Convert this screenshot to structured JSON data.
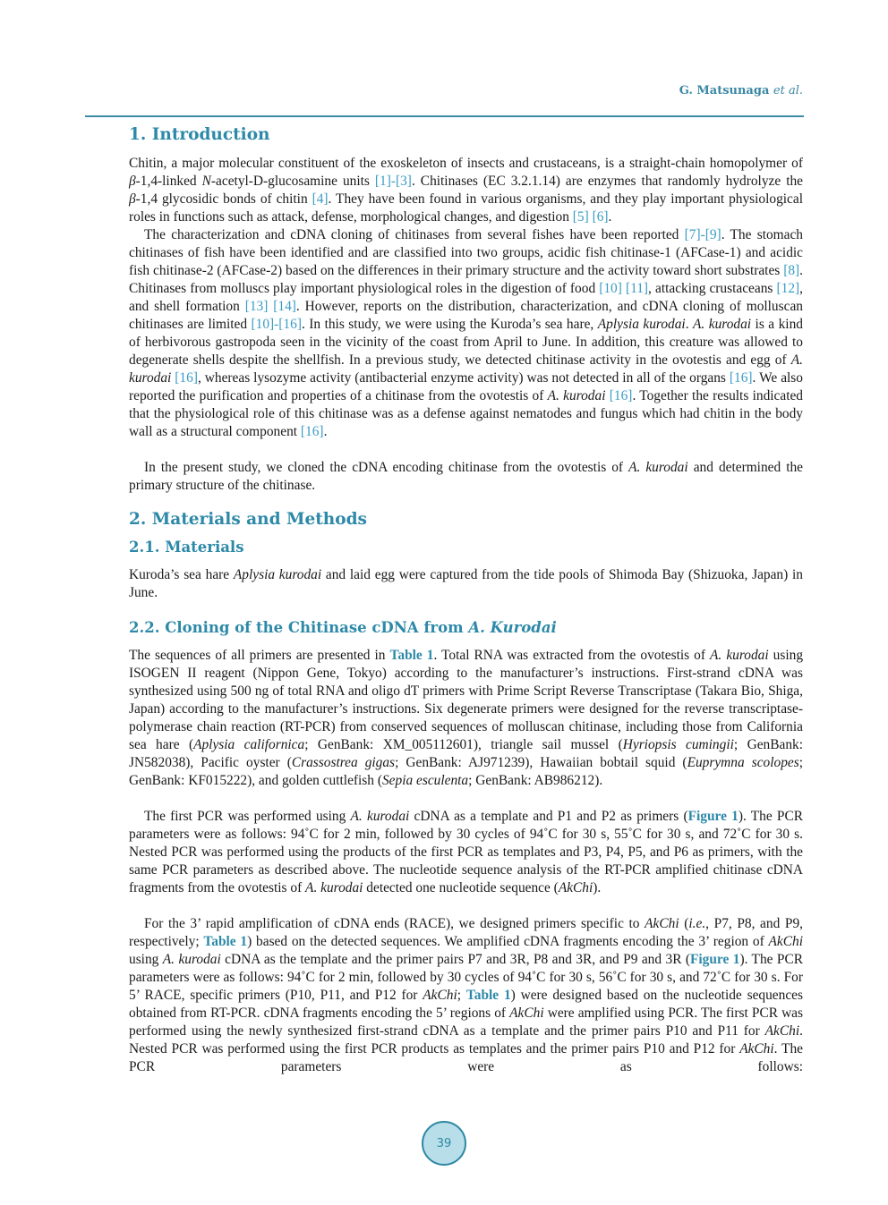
{
  "header": {
    "author": "G. Matsunaga",
    "etal": "et al."
  },
  "colors": {
    "accent": "#2d89a8",
    "reference": "#3a9cc4",
    "page_badge_fill": "#b8dfe9"
  },
  "sections": {
    "intro_heading": "1. Introduction",
    "methods_heading": "2. Materials and Methods",
    "materials_heading": "2.1. Materials",
    "cloning_heading_prefix": "2.2. Cloning of the Chitinase cDNA from ",
    "cloning_heading_species": "A. Kurodai"
  },
  "paragraphs": [
    [
      {
        "t": "Chitin, a major molecular constituent of the exoskeleton of insects and crustaceans, is a straight-chain homopolymer of "
      },
      {
        "t": "β",
        "s": "i"
      },
      {
        "t": "-1,4-linked "
      },
      {
        "t": "N",
        "s": "i"
      },
      {
        "t": "-acetyl-D-glucosamine units "
      },
      {
        "t": "[1]-[3]",
        "s": "r"
      },
      {
        "t": ". Chitinases (EC 3.2.1.14) are enzymes that randomly hydrolyze the "
      },
      {
        "t": "β",
        "s": "i"
      },
      {
        "t": "-1,4 glycosidic bonds of chitin "
      },
      {
        "t": "[4]",
        "s": "r"
      },
      {
        "t": ". They have been found in various organisms, and they play important physiological roles in functions such as attack, defense, morphological changes, and digestion "
      },
      {
        "t": "[5] [6]",
        "s": "r"
      },
      {
        "t": "."
      }
    ],
    [
      {
        "t": "The characterization and cDNA cloning of chitinases from several fishes have been reported "
      },
      {
        "t": "[7]-[9]",
        "s": "r"
      },
      {
        "t": ". The stomach chitinases of fish have been identified and are classified into two groups, acidic fish chitinase-1 (AF­Case-1) and acidic fish chitinase-2 (AFCase-2) based on the differences in their primary structure and the activity toward short substrates "
      },
      {
        "t": "[8]",
        "s": "r"
      },
      {
        "t": ". Chitinases from molluscs play important physiological roles in the digestion of food "
      },
      {
        "t": "[10] [11]",
        "s": "r"
      },
      {
        "t": ", attacking crustaceans "
      },
      {
        "t": "[12]",
        "s": "r"
      },
      {
        "t": ", and shell formation "
      },
      {
        "t": "[13] [14]",
        "s": "r"
      },
      {
        "t": ". However, reports on the distribution, characterization, and cDNA cloning of molluscan chitinases are limited "
      },
      {
        "t": "[10]-[16]",
        "s": "r"
      },
      {
        "t": ". In this study, we were using the Kuroda’s sea hare, "
      },
      {
        "t": "Aplysia kurodai",
        "s": "i"
      },
      {
        "t": ". "
      },
      {
        "t": "A. kurodai",
        "s": "i"
      },
      {
        "t": " is a kind of herbivorous gastropoda seen in the vicinity of the coast from April to June. In addition, this creature was allowed to degenerate shells despite the shellfish. In a previous study, we detected chitinase activity in the ovotestis and egg of "
      },
      {
        "t": "A. kurodai",
        "s": "i"
      },
      {
        "t": " "
      },
      {
        "t": "[16]",
        "s": "r"
      },
      {
        "t": ", whereas lysozyme activity (antibacterial enzyme activity) was not detected in all of the organs "
      },
      {
        "t": "[16]",
        "s": "r"
      },
      {
        "t": ". We also reported the purification and properties of a chitinase from the ovotestis of "
      },
      {
        "t": "A. kurodai",
        "s": "i"
      },
      {
        "t": " "
      },
      {
        "t": "[16]",
        "s": "r"
      },
      {
        "t": ". Together the results indicated that the physiological role of this chitinase was as a defense against nematodes and fungus which had chitin in the body wall as a structural component "
      },
      {
        "t": "[16]",
        "s": "r"
      },
      {
        "t": "."
      }
    ],
    [
      {
        "t": "In the present study, we cloned the cDNA encoding chitinase from the ovotestis of "
      },
      {
        "t": "A. kurodai",
        "s": "i"
      },
      {
        "t": " and determined the primary structure of the chitinase."
      }
    ],
    [
      {
        "t": "Kuroda’s sea hare "
      },
      {
        "t": "Aplysia kurodai",
        "s": "i"
      },
      {
        "t": " and laid egg were captured from the tide pools of Shimoda Bay (Shizuoka, Japan) in June."
      }
    ],
    [
      {
        "t": "The sequences of all primers are presented in "
      },
      {
        "t": "Table 1",
        "s": "b"
      },
      {
        "t": ". Total RNA was extracted from the ovotestis of "
      },
      {
        "t": "A. kurodai",
        "s": "i"
      },
      {
        "t": " using ISOGEN II reagent (Nippon Gene, Tokyo) according to the manufacturer’s instructions. First-strand cDNA was synthesized using 500 ng of total RNA and oligo dT primers with Prime Script Reverse Transcriptase (Takara Bio, Shiga, Japan) according to the manufacturer’s instructions. Six degenerate primers were designed for the reverse transcriptase-polymerase chain reaction (RT-PCR) from conserved sequences of molluscan chitinase, including those from California sea hare ("
      },
      {
        "t": "Aplysia californica",
        "s": "i"
      },
      {
        "t": "; GenBank: XM_005112601), triangle sail mussel ("
      },
      {
        "t": "Hyriopsis cumingii",
        "s": "i"
      },
      {
        "t": "; GenBank: JN582038), Pacific oyster ("
      },
      {
        "t": "Crassostrea gigas",
        "s": "i"
      },
      {
        "t": "; GenBank: AJ971239), Hawaiian bobtail squid ("
      },
      {
        "t": "Euprymna scolopes",
        "s": "i"
      },
      {
        "t": "; GenBank: KF015222), and golden cuttlefish ("
      },
      {
        "t": "Sepia esculenta",
        "s": "i"
      },
      {
        "t": "; GenBank: AB986212)."
      }
    ],
    [
      {
        "t": "The first PCR was performed using "
      },
      {
        "t": "A. kurodai",
        "s": "i"
      },
      {
        "t": " cDNA as a template and P1 and P2 as primers ("
      },
      {
        "t": "Figure 1",
        "s": "b"
      },
      {
        "t": "). The PCR parameters were as follows: 94˚C for 2 min, followed by 30 cycles of 94˚C for 30 s, 55˚C for 30 s, and 72˚C for 30 s. Nested PCR was performed using the products of the first PCR as templates and P3, P4, P5, and P6 as primers, with the same PCR parameters as described above. The nucleotide sequence analysis of the RT-PCR amplified chitinase cDNA fragments from the ovotestis of "
      },
      {
        "t": "A. kurodai",
        "s": "i"
      },
      {
        "t": " detected one nucleotide sequence ("
      },
      {
        "t": "AkChi",
        "s": "i"
      },
      {
        "t": ")."
      }
    ],
    [
      {
        "t": "For the 3’ rapid amplification of cDNA ends (RACE), we designed primers specific to "
      },
      {
        "t": "AkChi",
        "s": "i"
      },
      {
        "t": " ("
      },
      {
        "t": "i.e.",
        "s": "i"
      },
      {
        "t": ", P7, P8, and P9, respectively; "
      },
      {
        "t": "Table 1",
        "s": "b"
      },
      {
        "t": ") based on the detected sequences. We amplified cDNA fragments encoding the 3’ region of "
      },
      {
        "t": "AkChi",
        "s": "i"
      },
      {
        "t": " using "
      },
      {
        "t": "A. kurodai",
        "s": "i"
      },
      {
        "t": " cDNA as the template and the primer pairs P7 and 3R, P8 and 3R, and P9 and 3R ("
      },
      {
        "t": "Figure 1",
        "s": "b"
      },
      {
        "t": "). The PCR parameters were as follows: 94˚C for 2 min, followed by 30 cycles of 94˚C for 30 s, 56˚C for 30 s, and 72˚C for 30 s. For 5’ RACE, specific primers (P10, P11, and P12 for "
      },
      {
        "t": "AkChi",
        "s": "i"
      },
      {
        "t": "; "
      },
      {
        "t": "Table 1",
        "s": "b"
      },
      {
        "t": ") were designed based on the nucleotide sequences obtained from RT-PCR. cDNA fragments encoding the 5’ regions of "
      },
      {
        "t": "AkChi",
        "s": "i"
      },
      {
        "t": " were amplified using PCR. The first PCR was performed using the newly synthesized first-strand cDNA as a template and the primer pairs P10 and P11 for "
      },
      {
        "t": "AkChi",
        "s": "i"
      },
      {
        "t": ". Nested PCR was performed using the first PCR products as templates and the primer pairs P10 and P12 for "
      },
      {
        "t": "AkChi",
        "s": "i"
      },
      {
        "t": ". The PCR parameters were as follows:"
      }
    ]
  ],
  "footer": {
    "page_number": "39"
  }
}
